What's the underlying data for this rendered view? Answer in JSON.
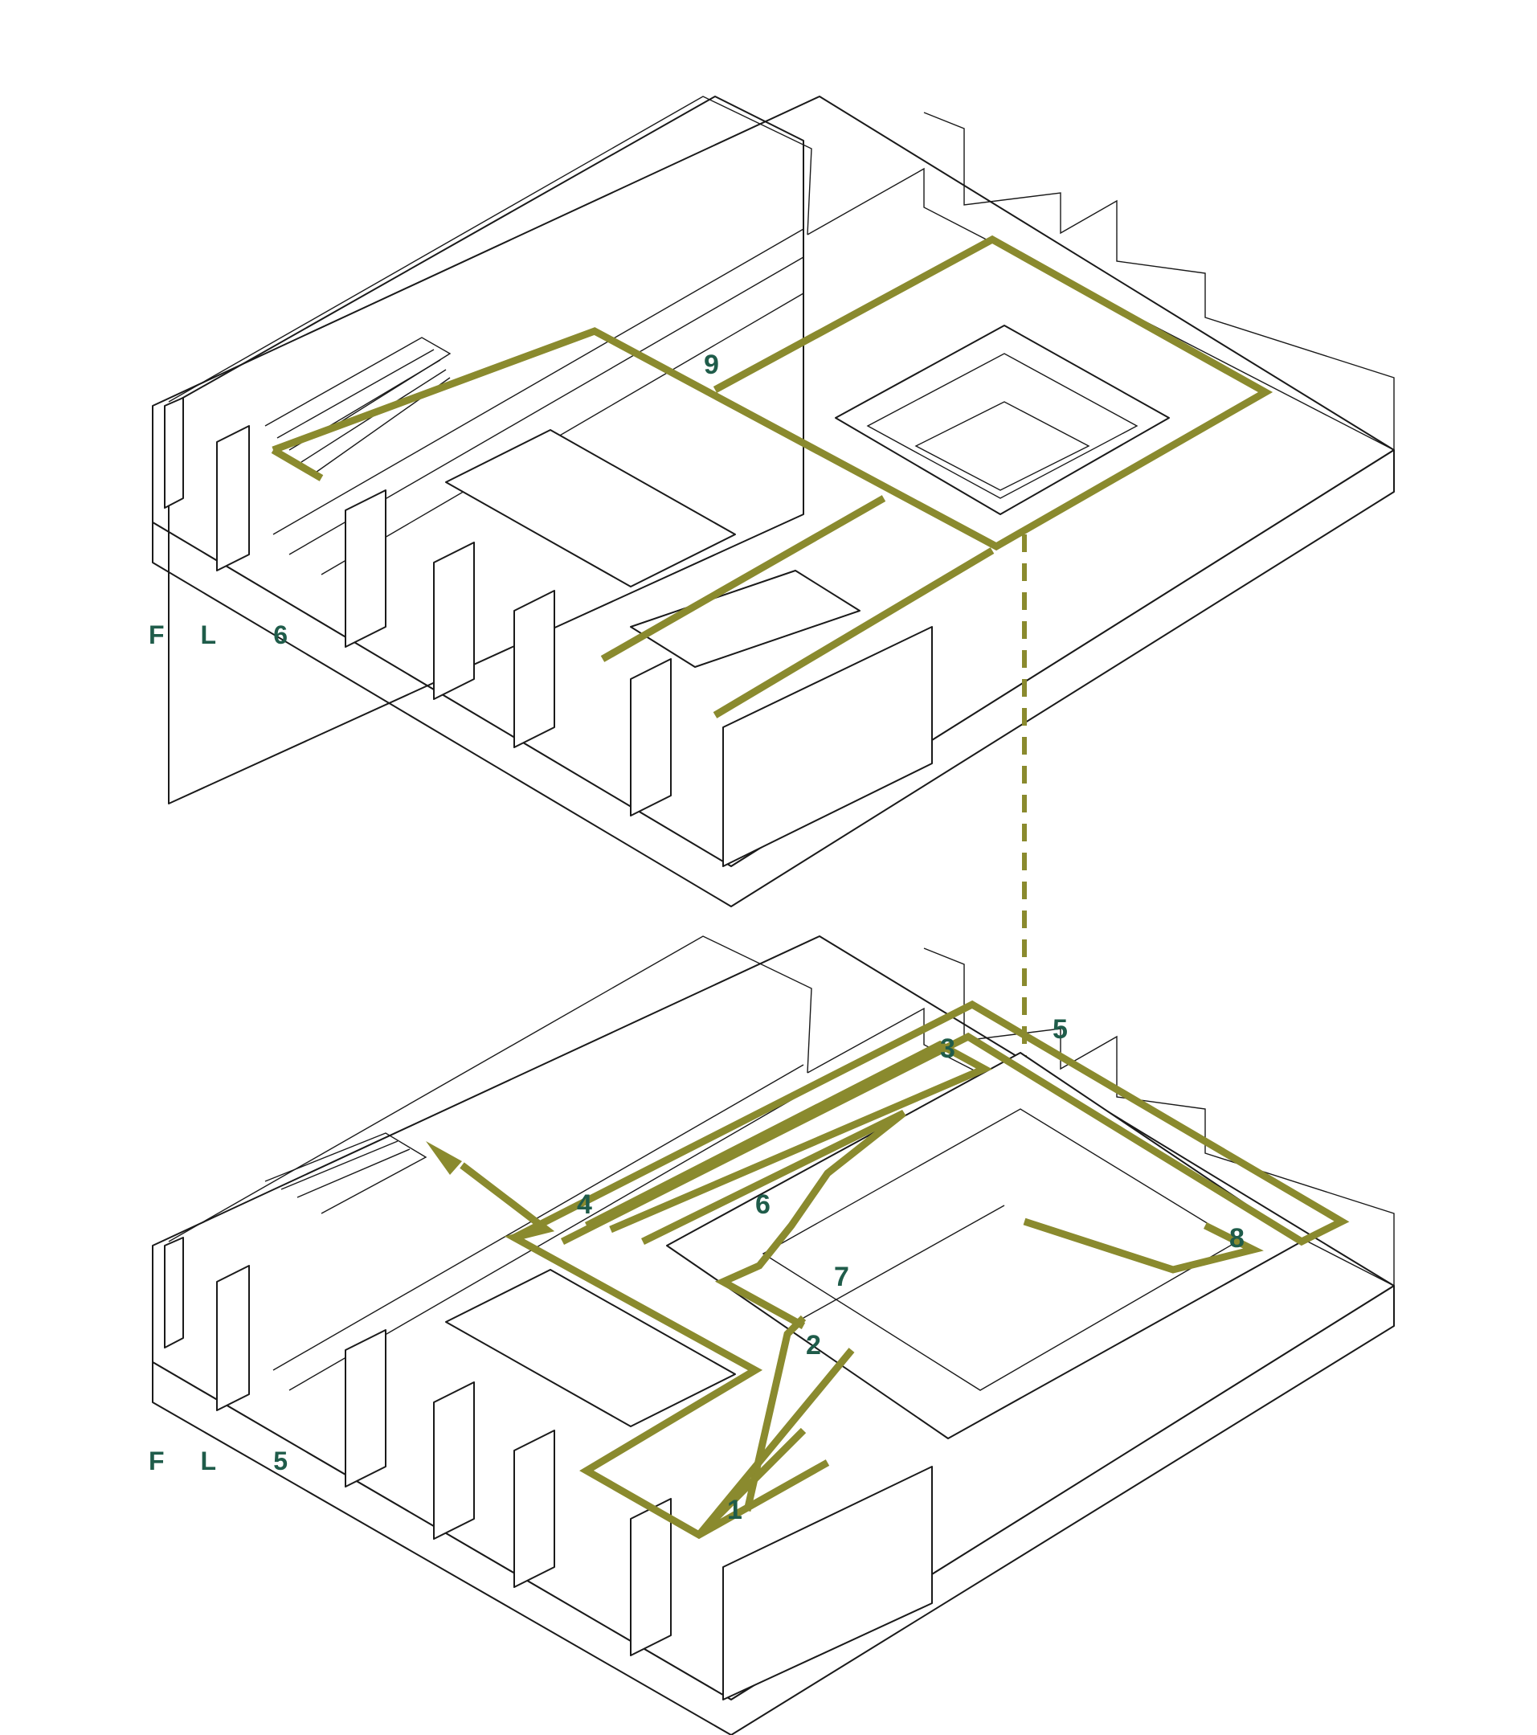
{
  "colors": {
    "route": "#8a8a2e",
    "label": "#1f5c4a",
    "line": "#1a1a1a",
    "background": "#ffffff"
  },
  "floors": [
    {
      "id": "fl6",
      "label": "F L  6"
    },
    {
      "id": "fl5",
      "label": "F L  5"
    }
  ],
  "stops": [
    "1",
    "2",
    "3",
    "4",
    "5",
    "6",
    "7",
    "8",
    "9"
  ]
}
